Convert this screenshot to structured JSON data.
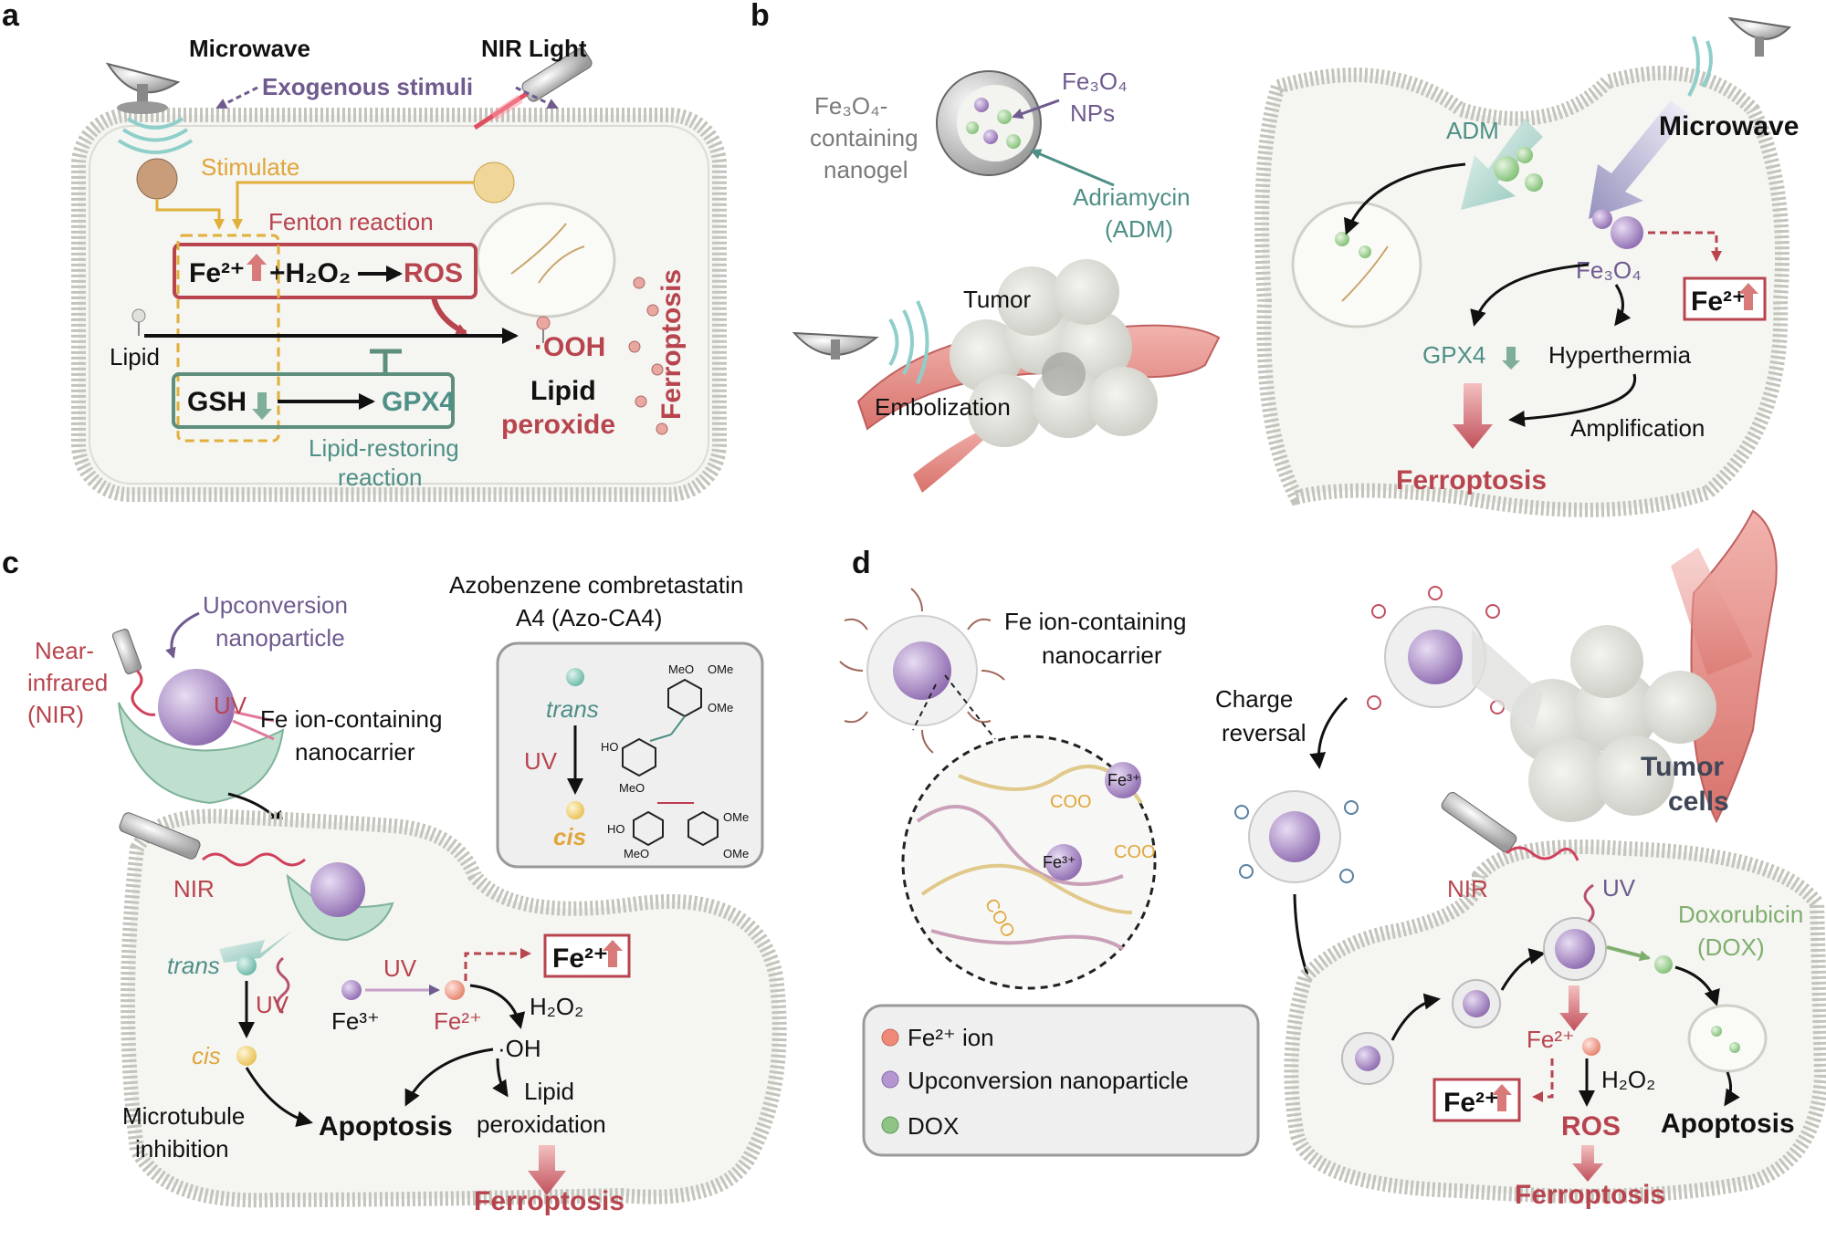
{
  "panel_a": {
    "letter": "a",
    "microwave": "Microwave",
    "nir_light": "NIR Light",
    "exogenous_stimuli": "Exogenous stimuli",
    "stimulate": "Stimulate",
    "fenton_reaction": "Fenton reaction",
    "fe2": "Fe²⁺",
    "plus_h2o2": "+H₂O₂",
    "ros": "ROS",
    "lipid": "Lipid",
    "ooh": "·OOH",
    "gsh": "GSH",
    "gpx4": "GPX4",
    "lipid_peroxide_1": "Lipid",
    "lipid_peroxide_2": "peroxide",
    "lipid_restoring_1": "Lipid-restoring",
    "lipid_restoring_2": "reaction",
    "ferroptosis": "Ferroptosis"
  },
  "panel_b": {
    "letter": "b",
    "nanogel_1": "Fe₃O₄-",
    "nanogel_2": "containing",
    "nanogel_3": "nanogel",
    "fe3o4_nps_1": "Fe₃O₄",
    "fe3o4_nps_2": "NPs",
    "adriamycin_1": "Adriamycin",
    "adriamycin_2": "(ADM)",
    "tumor": "Tumor",
    "embolization": "Embolization",
    "adm": "ADM",
    "microwave": "Microwave",
    "fe3o4": "Fe₃O₄",
    "fe2_box": "Fe²⁺",
    "gpx4": "GPX4",
    "hyperthermia": "Hyperthermia",
    "amplification": "Amplification",
    "ferroptosis": "Ferroptosis"
  },
  "panel_c": {
    "letter": "c",
    "upconversion_1": "Upconversion",
    "upconversion_2": "nanoparticle",
    "near_infrared_1": "Near-",
    "near_infrared_2": "infrared",
    "near_infrared_3": "(NIR)",
    "uv": "UV",
    "fe_nanocarrier_1": "Fe ion-containing",
    "fe_nanocarrier_2": "nanocarrier",
    "azo_title_1": "Azobenzene combretastatin",
    "azo_title_2": "A4 (Azo-CA4)",
    "trans": "trans",
    "cis": "cis",
    "uv_box": "UV",
    "nir": "NIR",
    "trans_cell": "trans",
    "uv_1": "UV",
    "uv_2": "UV",
    "cis_cell": "cis",
    "fe3": "Fe³⁺",
    "fe2": "Fe²⁺",
    "fe2_box": "Fe²⁺",
    "h2o2": "H₂O₂",
    "oh": "·OH",
    "microtubule_1": "Microtubule",
    "microtubule_2": "inhibition",
    "apoptosis": "Apoptosis",
    "lipid_perox_1": "Lipid",
    "lipid_perox_2": "peroxidation",
    "ferroptosis": "Ferroptosis",
    "meo": "MeO",
    "ome": "OMe",
    "ho": "HO"
  },
  "panel_d": {
    "letter": "d",
    "fe_nanocarrier_1": "Fe ion-containing",
    "fe_nanocarrier_2": "nanocarrier",
    "charge_reversal_1": "Charge",
    "charge_reversal_2": "reversal",
    "tumor_cells_1": "Tumor",
    "tumor_cells_2": "cells",
    "fe3_a": "Fe³⁺",
    "fe3_b": "Fe³⁺",
    "coo": "COO",
    "legend": [
      {
        "label": "Fe²⁺ ion",
        "color": "#f08a78"
      },
      {
        "label": "Upconversion nanoparticle",
        "color": "#b497d0"
      },
      {
        "label": "DOX",
        "color": "#8fc486"
      }
    ],
    "nir": "NIR",
    "uv": "UV",
    "doxorubicin_1": "Doxorubicin",
    "doxorubicin_2": "(DOX)",
    "fe2": "Fe²⁺",
    "fe2_box": "Fe²⁺",
    "h2o2": "H₂O₂",
    "ros": "ROS",
    "apoptosis": "Apoptosis",
    "ferroptosis": "Ferroptosis"
  }
}
